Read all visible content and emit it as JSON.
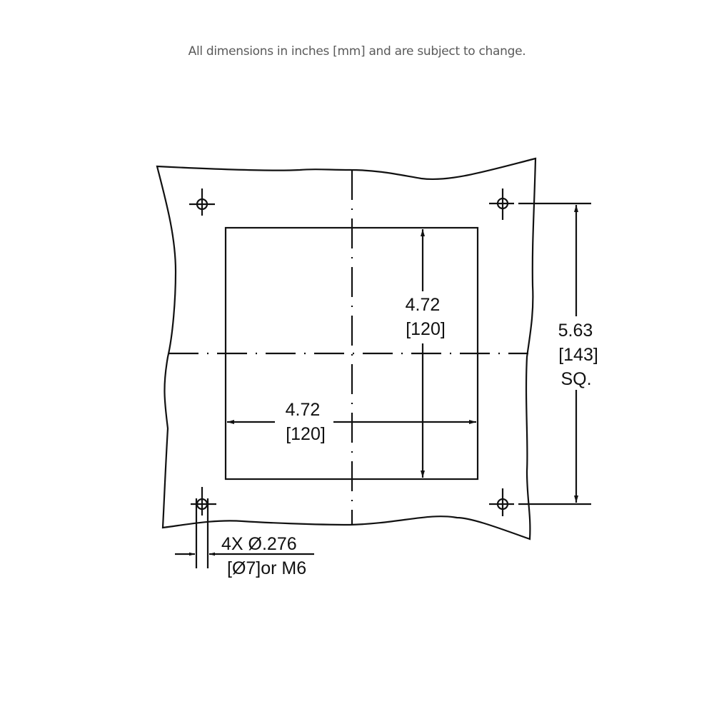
{
  "note": "All dimensions in inches [mm] and are subject to change.",
  "drawing": {
    "cutout_width": {
      "inches": "4.72",
      "mm": "[120]"
    },
    "cutout_height": {
      "inches": "4.72",
      "mm": "[120]"
    },
    "hole_spacing": {
      "inches": "5.63",
      "mm": "[143]",
      "suffix": "SQ."
    },
    "holes": {
      "qty_dia": "4X Ø.276",
      "alt": "[Ø7]or M6"
    },
    "line_color": "#111111"
  }
}
